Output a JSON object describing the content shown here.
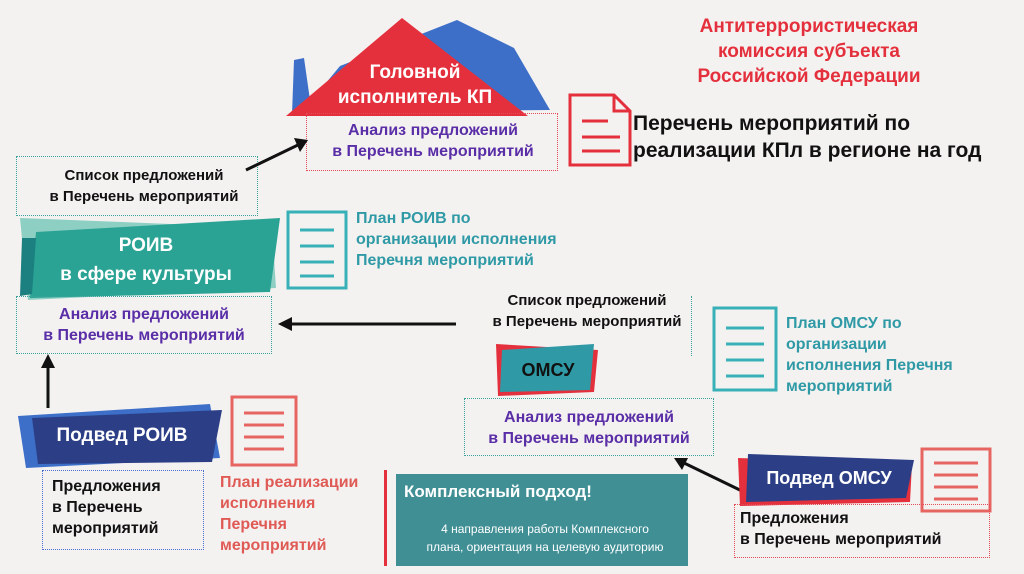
{
  "commission_title": "Антитеррористическая\nкомиссия субъекта\nРоссийской Федерации",
  "head_executor": {
    "title": "Головной\nисполнитель КП",
    "analysis": "Анализ предложений\nв Перечень мероприятий"
  },
  "plan_region": {
    "text": "Перечень мероприятий по\nреализации КПл в регионе на год",
    "icon": "document-icon"
  },
  "proposal_list_top": "Список предложений\nв Перечень мероприятий",
  "roiv": {
    "title": "РОИВ\nв сфере культуры",
    "analysis": "Анализ предложений\nв Перечень мероприятий",
    "plan": "План РОИВ по\nорганизации исполнения\nПеречня мероприятий"
  },
  "proposal_list_middle": "Список предложений\nв Перечень мероприятий",
  "omsu": {
    "title": "ОМСУ",
    "analysis": "Анализ предложений\nв Перечень мероприятий",
    "plan": "План ОМСУ по\nорганизации\nисполнения Перечня\nмероприятий"
  },
  "podved_roiv": {
    "title": "Подвед РОИВ",
    "proposals": "Предложения\nв Перечень\nмероприятий",
    "plan": "План реализации\nисполнения\nПеречня\nмероприятий"
  },
  "complex_approach": {
    "title": "Комплексный подход!",
    "text": "4 направления работы Комплексного\nплана, ориентация на целевую аудиторию"
  },
  "podved_omsu": {
    "title": "Подвед ОМСУ",
    "proposals": "Предложения\nв Перечень мероприятий"
  },
  "colors": {
    "red": "#e4303c",
    "blue": "#3d5fb8",
    "teal": "#2aa394",
    "dark_teal": "#3f8f95",
    "navy": "#2c3f86",
    "purple": "#5a2ea6"
  }
}
